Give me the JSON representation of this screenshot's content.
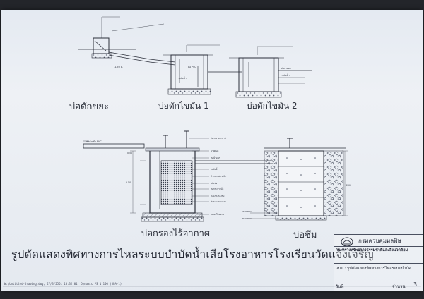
{
  "labels": {
    "grease_trap": "บ่อดักขยะ",
    "oil_trap_1": "บ่อดักไขมัน 1",
    "oil_trap_2": "บ่อดักไขมัน 2",
    "filter_tank": "บ่อกรองไร้อากาศ",
    "soak_pit": "บ่อซึม"
  },
  "title": "รูปตัดแสดงทิศทางการไหลระบบบำบัดน้ำเสียโรงอาหารโรงเรียนวัดแจ้งเจริญ",
  "footer_path": "W:\\Untitled-Drawing.dwg, 27/3/2561 10:32:01, Dynamic PS 1:100 (DPA-1)",
  "title_block": {
    "department": "กรมควบคุมมลพิษ",
    "ministry": "กระทรวงทรัพยากรธรรมชาติและสิ่งแวดล้อม",
    "plan": "แบบ : รูปตัดแสดงทิศทางการไหลระบบบำบัด",
    "sheet_label": "วันที่",
    "count_label": "จำนวน",
    "count_value": "3"
  },
  "colors": {
    "paper": "#eef1f5",
    "ink": "#2b2f3a",
    "hatch": "#5a6070",
    "background": "#23252a"
  }
}
